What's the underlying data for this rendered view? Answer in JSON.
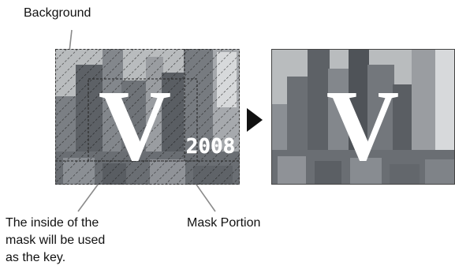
{
  "labels": {
    "background": "Background",
    "inside_key": "The inside of the\nmask will be used\nas the key.",
    "mask_portion": "Mask Portion"
  },
  "left_panel": {
    "letter": "V",
    "year": "2008",
    "hatch": "diagonal-dashed-lines",
    "border_style": "dashed"
  },
  "right_panel": {
    "letter": "V"
  },
  "arrow": {
    "direction": "right",
    "icon": "triangle-arrow-right-icon"
  },
  "colors": {
    "text": "#111111",
    "sky": "#b9bcbe",
    "building_dark": "#5d6166",
    "building_mid": "#83878c",
    "building_light": "#a6a9ad",
    "letter": "#ffffff",
    "arrow": "#111111"
  }
}
